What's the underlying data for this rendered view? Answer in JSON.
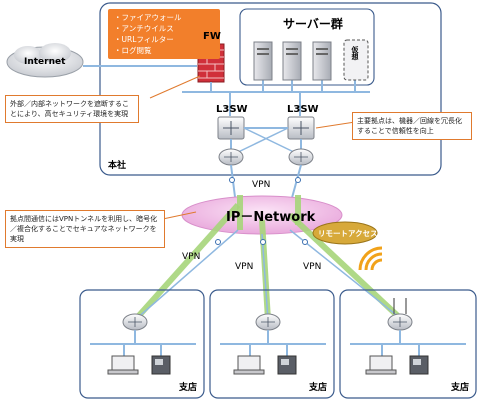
{
  "fw_features": [
    "・ファイアウォール",
    "・アンチウイルス",
    "・URLフィルター",
    "・ログ閲覧"
  ],
  "labels": {
    "fw": "FW",
    "server_group": "サーバー群",
    "internet": "Internet",
    "l3sw_left": "L3SW",
    "l3sw_right": "L3SW",
    "honsha": "本社",
    "vpn_top": "VPN",
    "ip_network": "IP－Network",
    "remote_access": "リモートアクセス",
    "vpn_left": "VPN",
    "vpn_mid": "VPN",
    "vpn_right": "VPN",
    "branch_left": "支店",
    "branch_mid": "支店",
    "branch_right": "支店",
    "kaso": "仮想"
  },
  "callouts": {
    "security": "外部／内部ネットワークを遮断することにより、高セキュリティ環境を実現",
    "redundancy": "主要拠点は、機器／回線を冗長化することで信頼性を向上",
    "vpn_note": "拠点間通信にはVPNトンネルを利用し、暗号化／複合化することでセキュアなネットワークを実現"
  },
  "colors": {
    "frame": "#3b5b8c",
    "wire": "#8fb8e0",
    "vpn_tunnel": "#a6d57a",
    "cloud": "#f4c6ea",
    "callout_border": "#e07a2e",
    "fw_red": "#d0303a"
  }
}
